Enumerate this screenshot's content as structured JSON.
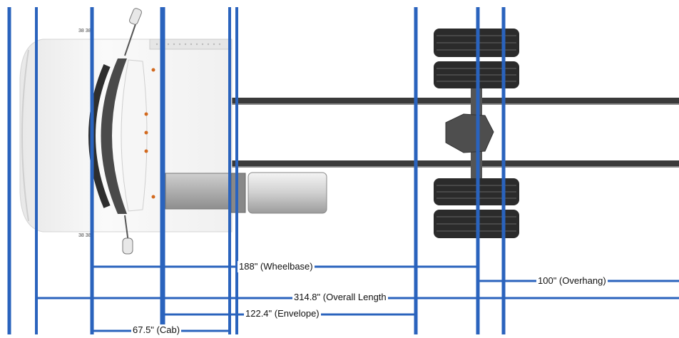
{
  "dimensions": {
    "wheelbase": "188\" (Wheelbase)",
    "overhang": "100\" (Overhang)",
    "overall_length": "314.8\" (Overall Length",
    "envelope": "122.4\" (Envelope)",
    "cab": "67.5\" (Cab)"
  },
  "truck_badges": {
    "top": "38 38",
    "bottom": "38 38"
  },
  "colors": {
    "dimension_line": "#2a63bd",
    "frame_rail": "#3a3a3a",
    "tire": "#2b2b2b",
    "cab_body": "#f2f2f2",
    "windshield": "#4a4a4a",
    "marker_light": "#d2691e"
  }
}
